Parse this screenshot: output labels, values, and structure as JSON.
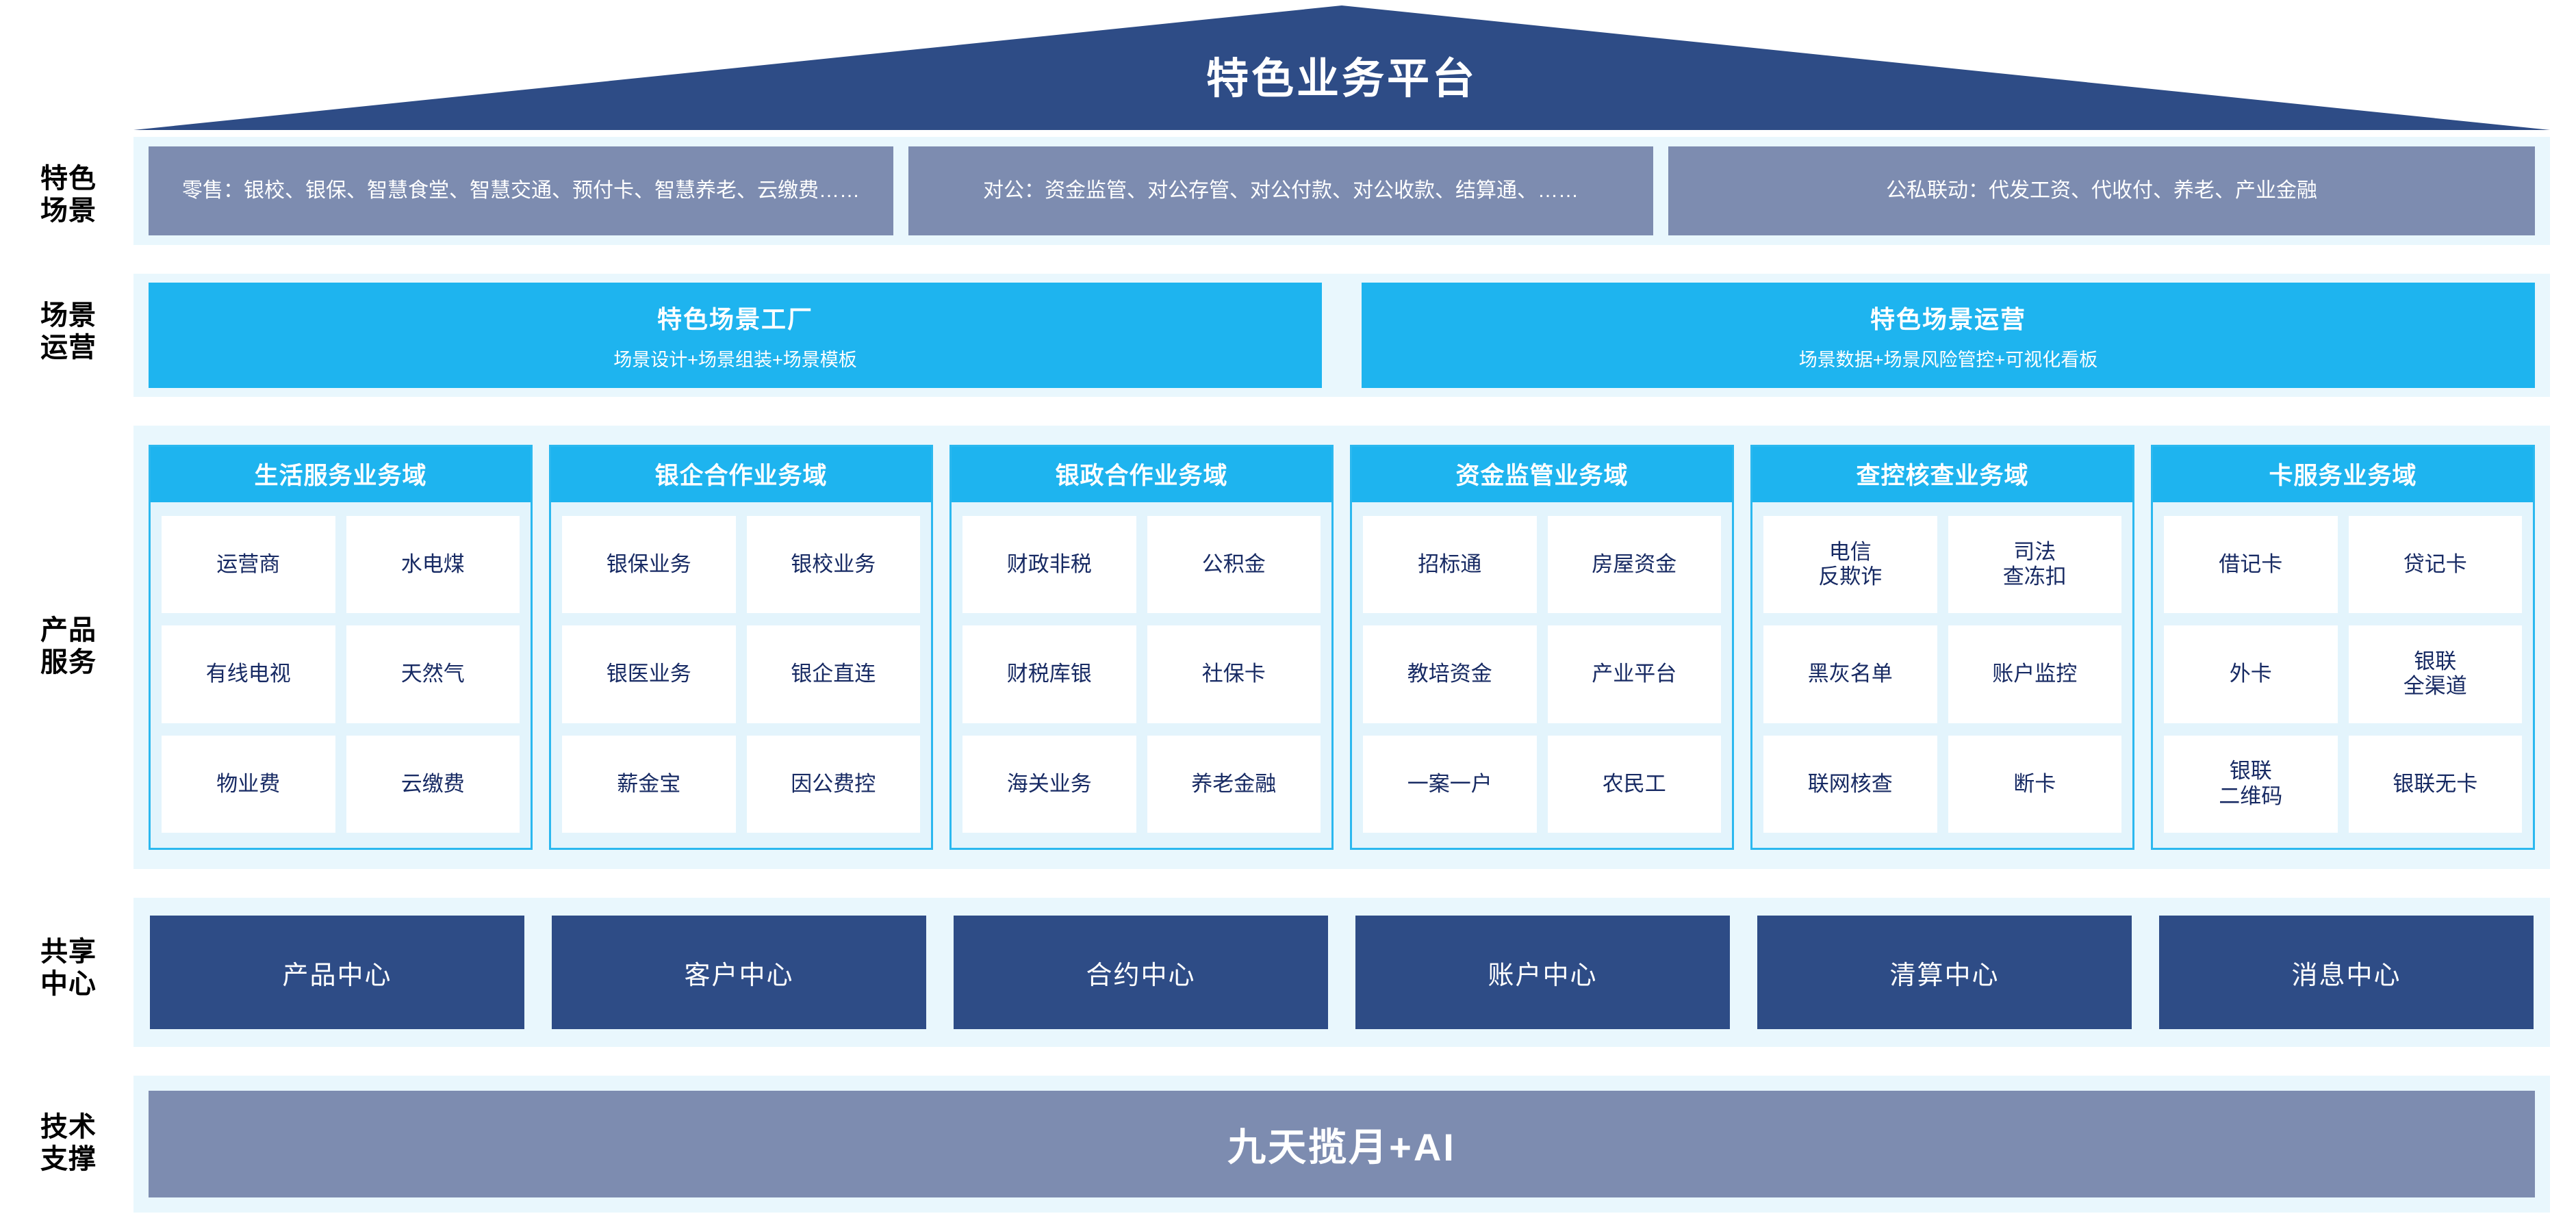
{
  "header": {
    "title": "特色业务平台",
    "shape": "roof-triangle",
    "color": "#2e4c86"
  },
  "row_labels": {
    "scenarios": "特色\n场景",
    "operations": "场景\n运营",
    "products": "产品\n服务",
    "centers": "共享\n中心",
    "tech": "技术\n支撑"
  },
  "scenarios": {
    "boxes": [
      {
        "text": "零售：银校、银保、智慧食堂、智慧交通、预付卡、智慧养老、云缴费……"
      },
      {
        "text": "对公：资金监管、对公存管、对公付款、对公收款、结算通、……"
      },
      {
        "text": "公私联动：代发工资、代收付、养老、产业金融"
      }
    ],
    "box_color": "#7d8cb0"
  },
  "operations": {
    "boxes": [
      {
        "title": "特色场景工厂",
        "subtitle": "场景设计+场景组装+场景模板"
      },
      {
        "title": "特色场景运营",
        "subtitle": "场景数据+场景风险管控+可视化看板"
      }
    ],
    "box_color": "#1eb4ef"
  },
  "products": {
    "accent": "#1eb4ef",
    "item_text_color": "#172a63",
    "domains": [
      {
        "title": "生活服务业务域",
        "items": [
          "运营商",
          "水电煤",
          "有线电视",
          "天然气",
          "物业费",
          "云缴费"
        ]
      },
      {
        "title": "银企合作业务域",
        "items": [
          "银保业务",
          "银校业务",
          "银医业务",
          "银企直连",
          "薪金宝",
          "因公费控"
        ]
      },
      {
        "title": "银政合作业务域",
        "items": [
          "财政非税",
          "公积金",
          "财税库银",
          "社保卡",
          "海关业务",
          "养老金融"
        ]
      },
      {
        "title": "资金监管业务域",
        "items": [
          "招标通",
          "房屋资金",
          "教培资金",
          "产业平台",
          "一案一户",
          "农民工"
        ]
      },
      {
        "title": "查控核查业务域",
        "items": [
          "电信\n反欺诈",
          "司法\n查冻扣",
          "黑灰名单",
          "账户监控",
          "联网核查",
          "断卡"
        ]
      },
      {
        "title": "卡服务业务域",
        "items": [
          "借记卡",
          "贷记卡",
          "外卡",
          "银联\n全渠道",
          "银联\n二维码",
          "银联无卡"
        ]
      }
    ]
  },
  "centers": {
    "box_color": "#2e4c86",
    "items": [
      "产品中心",
      "客户中心",
      "合约中心",
      "账户中心",
      "清算中心",
      "消息中心"
    ]
  },
  "tech": {
    "bar_color": "#7d8cb0",
    "label": "九天揽月+AI"
  }
}
